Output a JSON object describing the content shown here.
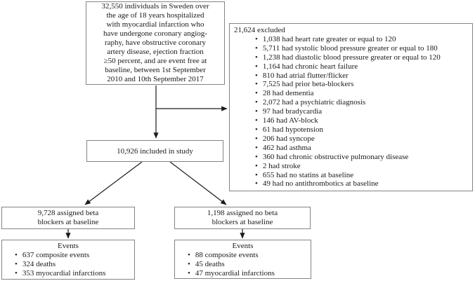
{
  "diagram": {
    "population": {
      "lines": [
        "32,550 individuals in Sweden over",
        "the age of 18 years hospitalized",
        "with myocardial infarction who",
        "have undergone coronary angiog-",
        "raphy, have obstructive coronary",
        "artery disease, ejection fraction",
        "≥50 percent, and are event free at",
        "baseline, between 1st September",
        "2010 and 10th September 2017"
      ]
    },
    "excluded": {
      "title": "21,624 excluded",
      "items": [
        "1,038 had heart rate greater or equal to 120",
        "5,711 had systolic blood pressure greater or equal to 180",
        "1,238 had diastolic blood pressure greater or equal to 120",
        "1,164 had chronic heart failure",
        "810 had atrial flutter/flicker",
        "7,525 had prior beta-blockers",
        "28 had dementia",
        "2,072 had a psychiatric diagnosis",
        "97 had bradycardia",
        "146 had AV-block",
        "61 had hypotension",
        "206 had syncope",
        "462 had asthma",
        "360 had chronic obstructive pulmonary disease",
        "2 had stroke",
        "655 had no statins at baseline",
        "49 had no antithrombotics at baseline"
      ]
    },
    "included": {
      "text": "10,926 included in study"
    },
    "beta_arm": {
      "lines": [
        "9,728 assigned beta",
        "blockers at baseline"
      ]
    },
    "no_beta_arm": {
      "lines": [
        "1,198 assigned no beta",
        "blockers at baseline"
      ]
    },
    "beta_events": {
      "title": "Events",
      "items": [
        "637 composite events",
        "324 deaths",
        "353 myocardial infarctions"
      ]
    },
    "no_beta_events": {
      "title": "Events",
      "items": [
        "88 composite events",
        "45 deaths",
        "47 myocardial infarctions"
      ]
    },
    "colors": {
      "background": "#ffffff",
      "box_border": "#848484",
      "arrow": "#1a1a1a",
      "text": "#1a1a1a"
    }
  }
}
